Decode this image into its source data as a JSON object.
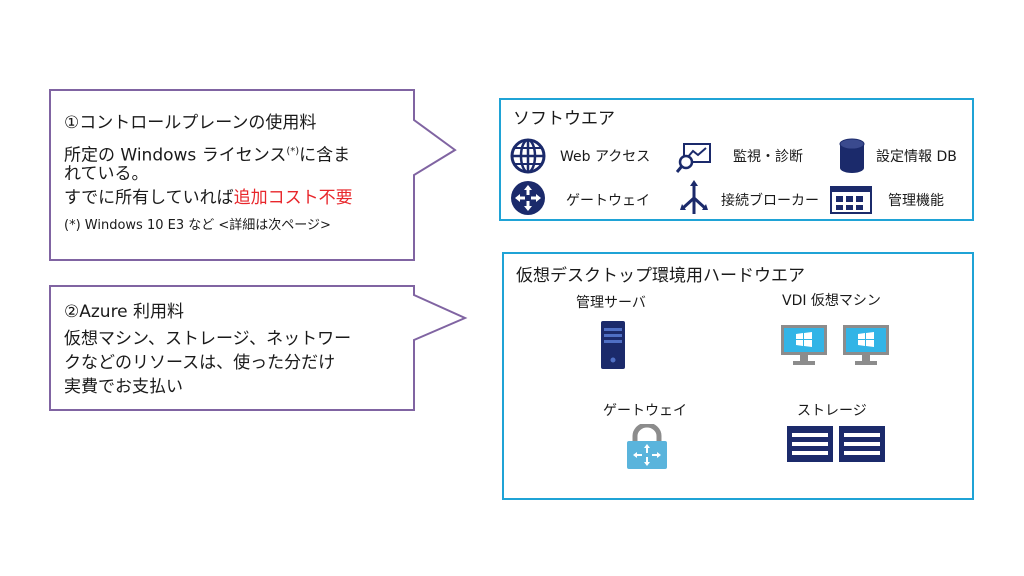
{
  "callout1": {
    "title": "①コントロールプレーンの使用料",
    "line1a": "所定の Windows ライセンス",
    "line1sup": "(*)",
    "line1b": "に含ま",
    "line2": "れている。",
    "line3a": "すでに所有していれば",
    "line3b": "追加コスト不要",
    "note": "(*) Windows 10 E3 など <詳細は次ページ>"
  },
  "callout2": {
    "title": "②Azure 利用料",
    "line1": "仮想マシン、ストレージ、ネットワー",
    "line2": "クなどのリソースは、使った分だけ",
    "line3": "実費でお支払い"
  },
  "software": {
    "title": "ソフトウエア",
    "items": [
      "Web アクセス",
      "監視・診断",
      "設定情報 DB",
      "ゲートウェイ",
      "接続ブローカー",
      "管理機能"
    ]
  },
  "hardware": {
    "title": "仮想デスクトップ環境用ハードウエア",
    "items": [
      "管理サーバ",
      "VDI 仮想マシン",
      "ゲートウェイ",
      "ストレージ"
    ]
  },
  "colors": {
    "accent_blue": "#1fa3d6",
    "callout_border": "#8064a2",
    "icon_navy": "#1b2a6b",
    "highlight_red": "#e8262b"
  },
  "icons": [
    "globe-icon",
    "monitor-chart-icon",
    "database-icon",
    "router-icon",
    "broker-icon",
    "dashboard-icon",
    "server-icon",
    "vm-icon",
    "lock-icon",
    "storage-icon"
  ]
}
